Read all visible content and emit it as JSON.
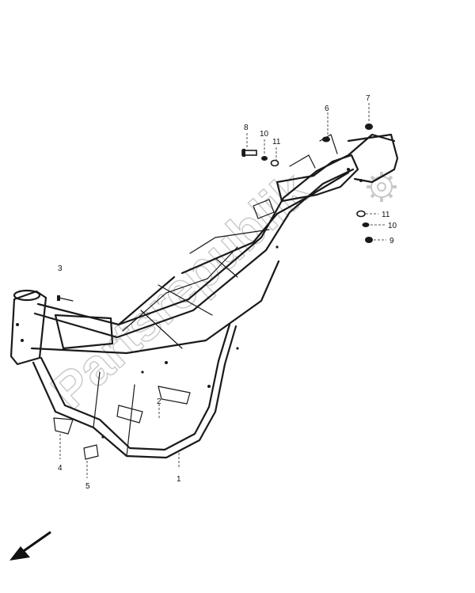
{
  "callouts": {
    "c1": "1",
    "c2": "2",
    "c3": "3",
    "c4": "4",
    "c5": "5",
    "c6": "6",
    "c7": "7",
    "c8": "8",
    "c9": "9",
    "c10a": "10",
    "c10b": "10",
    "c11a": "11",
    "c11b": "11"
  },
  "watermark": {
    "text": "Partsrepublik"
  },
  "colors": {
    "line": "#1a1a1a",
    "watermark": "#c8c8c8",
    "background": "#ffffff"
  },
  "icons": {
    "direction_arrow": "arrow-down-left-icon",
    "watermark_gear": "gear-icon"
  }
}
